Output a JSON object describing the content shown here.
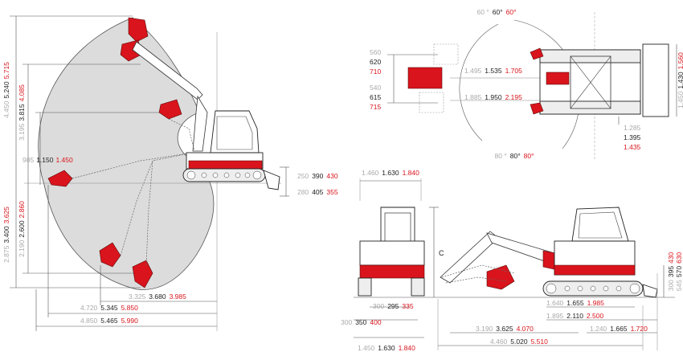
{
  "colors": {
    "red": "#d9141c",
    "dark": "#222222",
    "grey": "#aaaaaa"
  },
  "left": {
    "v1": {
      "g": "4.450",
      "d": "5.240",
      "r": "5.715"
    },
    "v2": {
      "g": "3.195",
      "d": "3.815",
      "r": "4.085"
    },
    "v3": {
      "g": "985",
      "d": "1.150",
      "r": "1.450"
    },
    "v4": {
      "g": "2.190",
      "d": "2.600",
      "r": "2.860"
    },
    "v5": {
      "g": "2.875",
      "d": "3.400",
      "r": "3.625"
    },
    "h1": {
      "g": "3.325",
      "d": "3.680",
      "r": "3.985"
    },
    "h2": {
      "g": "4.720",
      "d": "5.345",
      "r": "5.850"
    },
    "h3": {
      "g": "4.850",
      "d": "5.465",
      "r": "5.990"
    },
    "t1": {
      "g": "250",
      "d": "390",
      "r": "430"
    },
    "t2": {
      "g": "280",
      "d": "405",
      "r": "355"
    }
  },
  "top": {
    "a1": {
      "g": "60 °",
      "d": "60°",
      "r": "60°"
    },
    "a2": {
      "g": "80 °",
      "d": "80°",
      "r": "80°"
    },
    "s1": {
      "g": "560",
      "d": "620",
      "r": "710"
    },
    "s2": {
      "g": "540",
      "d": "615",
      "r": "715"
    },
    "o1": {
      "g": "1.495",
      "d": "1.535",
      "r": "1.705"
    },
    "o2": {
      "g": "1.885",
      "d": "1.950",
      "r": "2.195"
    },
    "w": {
      "g": "1.285",
      "d": "1.395",
      "r": "1.435"
    },
    "blade": {
      "g": "1.450",
      "d": "1.430",
      "r": "1.560"
    }
  },
  "front": {
    "w1": {
      "g": "1.460",
      "d": "1.630",
      "r": "1.840"
    },
    "w2": {
      "g": "300",
      "d": "295",
      "r": "335"
    },
    "w3": {
      "g": "300",
      "d": "350",
      "r": "400"
    },
    "w4": {
      "g": "1.450",
      "d": "1.630",
      "r": "1.840"
    },
    "c": "C"
  },
  "side": {
    "d1": {
      "g": "1.640",
      "d": "1.655",
      "r": "1.985"
    },
    "d2": {
      "g": "1.895",
      "d": "2.110",
      "r": "2.500"
    },
    "d3": {
      "g": "3.190",
      "d": "3.625",
      "r": "4.070"
    },
    "d4": {
      "g": "1.240",
      "d": "1.665",
      "r": "1.720"
    },
    "d5": {
      "g": "4.460",
      "d": "5.020",
      "r": "5.510"
    },
    "h1": {
      "g": "300",
      "d": "395",
      "r": "430"
    },
    "h2": {
      "g": "545",
      "d": "570",
      "r": "630"
    }
  }
}
